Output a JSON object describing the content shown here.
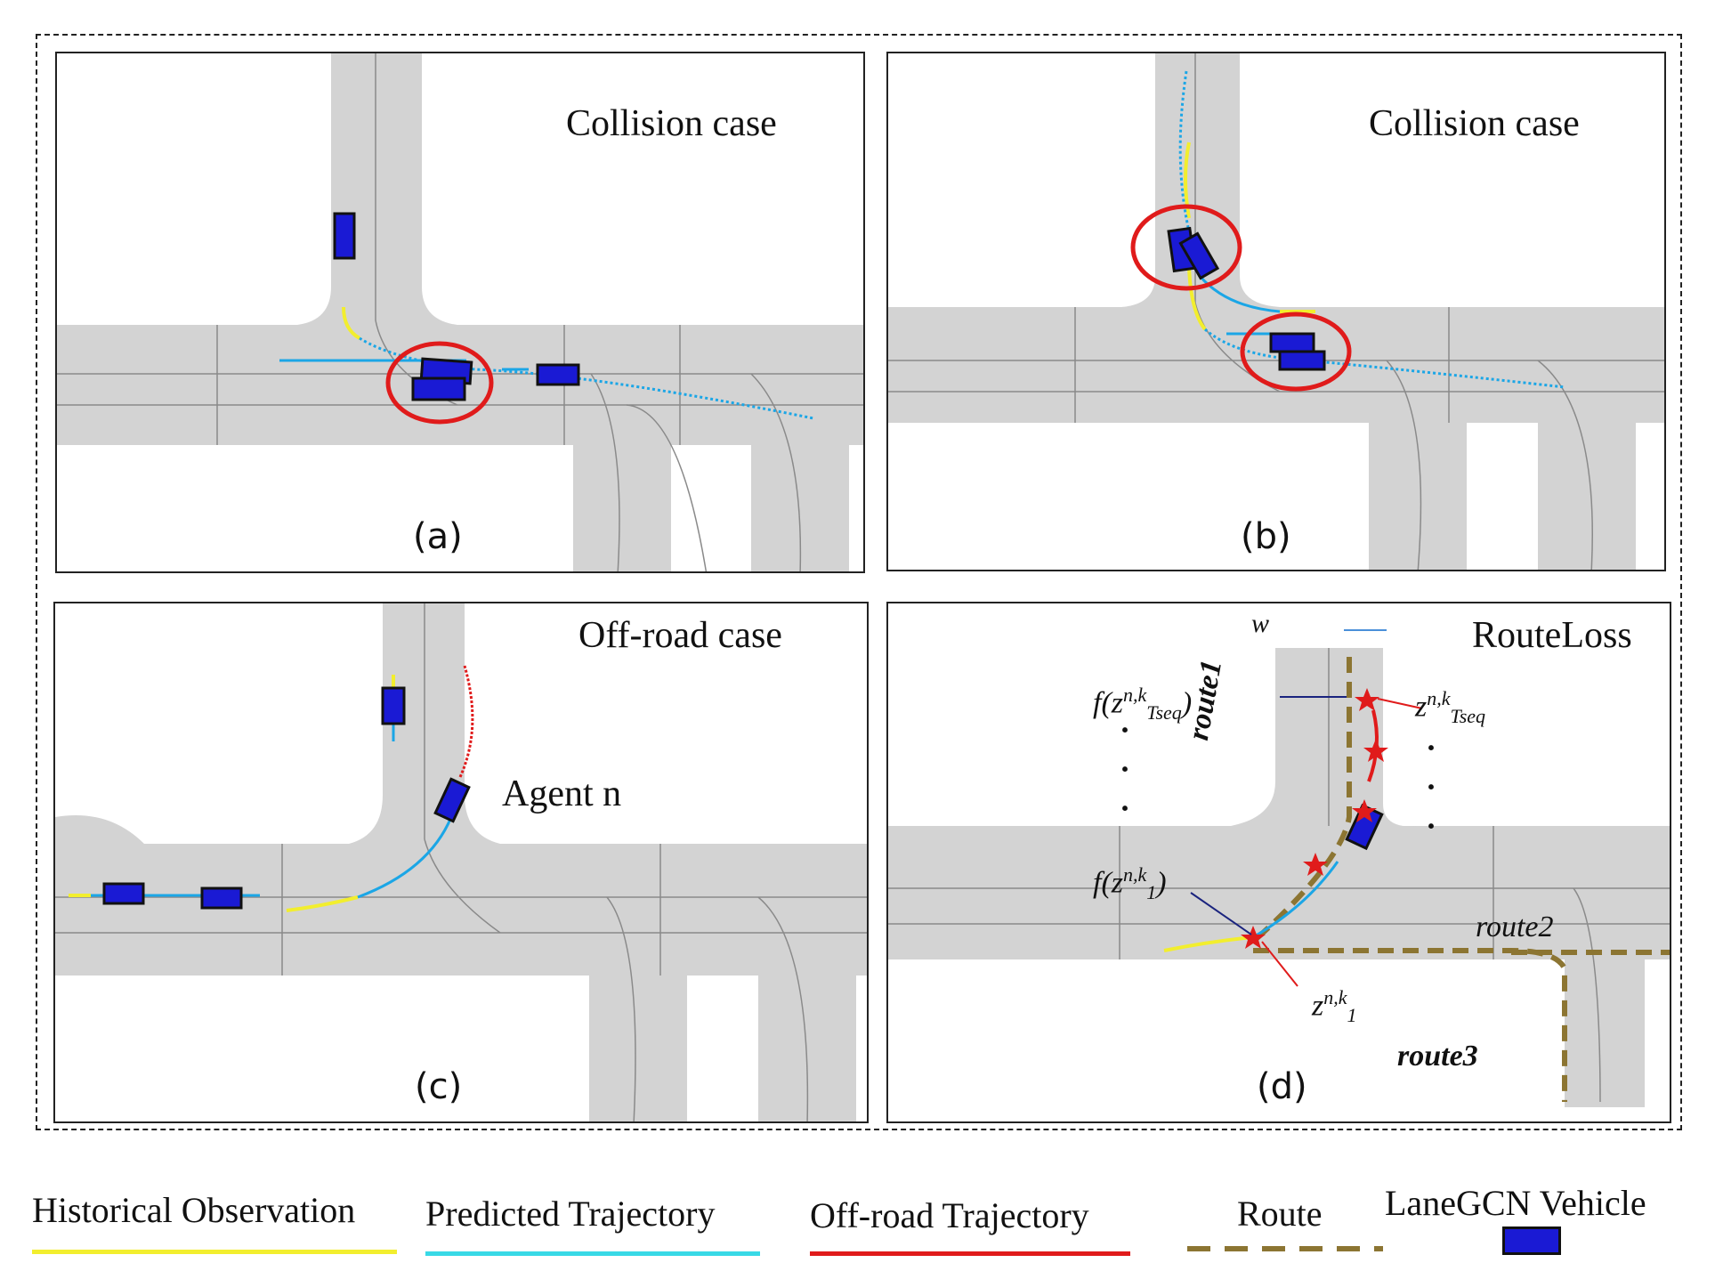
{
  "panels": {
    "a": {
      "title": "Collision case",
      "label": "(a)"
    },
    "b": {
      "title": "Collision case",
      "label": "(b)"
    },
    "c": {
      "title": "Off-road case",
      "label": "(c)",
      "agent_label": "Agent n"
    },
    "d": {
      "title": "RouteLoss",
      "label": "(d)",
      "width_label": "w",
      "route1": "route1",
      "route2": "route2",
      "route3": "route3",
      "f_top": "f(z",
      "f_top_sup": "n,k",
      "f_top_sub": "Tseq",
      "f_top_close": ")",
      "f_bottom": "f(z",
      "f_bottom_sup": "n,k",
      "f_bottom_sub": "1",
      "f_bottom_close": ")",
      "z_top": "z",
      "z_top_sup": "n,k",
      "z_top_sub": "Tseq",
      "z_bottom": "z",
      "z_bottom_sup": "n,k",
      "z_bottom_sub": "1",
      "ellipsis": "·\n·\n·"
    }
  },
  "legend": {
    "historical": "Historical Observation",
    "predicted": "Predicted Trajectory",
    "offroad": "Off-road Trajectory",
    "route": "Route",
    "vehicle": "LaneGCN Vehicle"
  },
  "colors": {
    "road": "#d3d3d3",
    "lane_line": "#8a8a8a",
    "historical": "#f2ee2e",
    "predicted": "#1ba6e6",
    "offroad": "#e01b1b",
    "route": "#8c7532",
    "vehicle": "#1a1ad4",
    "collision_circle": "#e01b1b",
    "legend_predicted": "#38d9e6"
  },
  "icons": [
    "vehicle-icon",
    "collision-circle-icon",
    "star-icon",
    "arrow-icon"
  ]
}
